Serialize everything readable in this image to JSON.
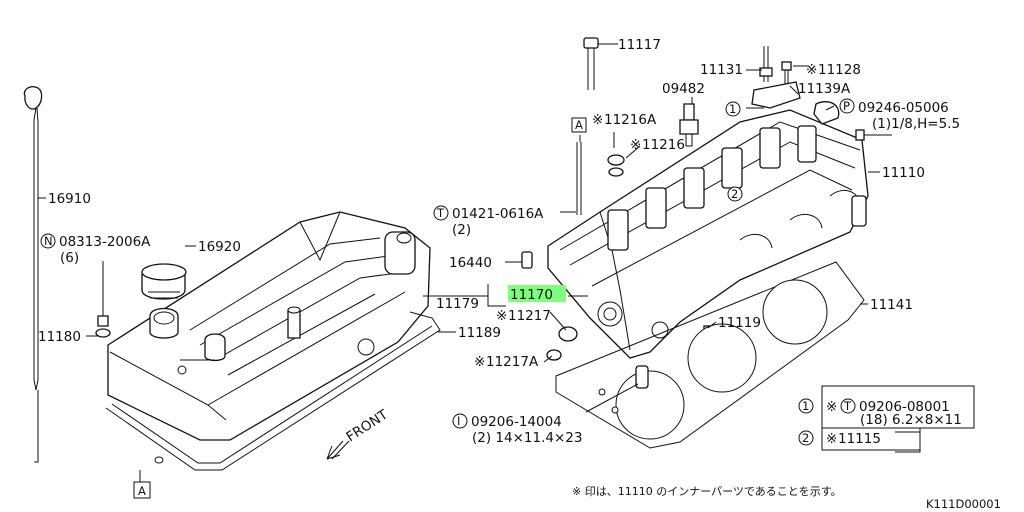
{
  "parts": {
    "p11117": "11117",
    "p11131": "11131",
    "p11128": "11128",
    "p09482": "09482",
    "p11139A": "11139A",
    "p09246": "09246-05006",
    "p09246_spec": "(1)1/8,H=5.5",
    "p11216A": "11216A",
    "p11216": "11216",
    "p11110": "11110",
    "p16910": "16910",
    "p01421": "01421-0616A",
    "p01421_qty": "(2)",
    "p08313": "08313-2006A",
    "p08313_qty": "(6)",
    "p16920": "16920",
    "p16440": "16440",
    "p11170": "11170",
    "p11179": "11179",
    "p11189": "11189",
    "p11180": "11180",
    "p11217": "11217",
    "p11217A": "11217A",
    "p11119": "11119",
    "p11141": "11141",
    "p09206_14004": "09206-14004",
    "p09206_14004_spec": "(2) 14×11.4×23",
    "p09206_08001": "09206-08001",
    "p09206_08001_spec": "(18) 6.2×8×11",
    "p11115": "11115"
  },
  "prefix_marks": {
    "asterisk": "※",
    "T": "T",
    "N": "N",
    "P": "P",
    "I": "I",
    "A": "A",
    "one": "1",
    "two": "2"
  },
  "front_label": "FRONT",
  "footnote": "※ 印は、11110 のインナーパーツであることを示す。",
  "diagram_code": "K111D00001",
  "colors": {
    "highlight": "#7dff7d",
    "ink": "#111111"
  }
}
